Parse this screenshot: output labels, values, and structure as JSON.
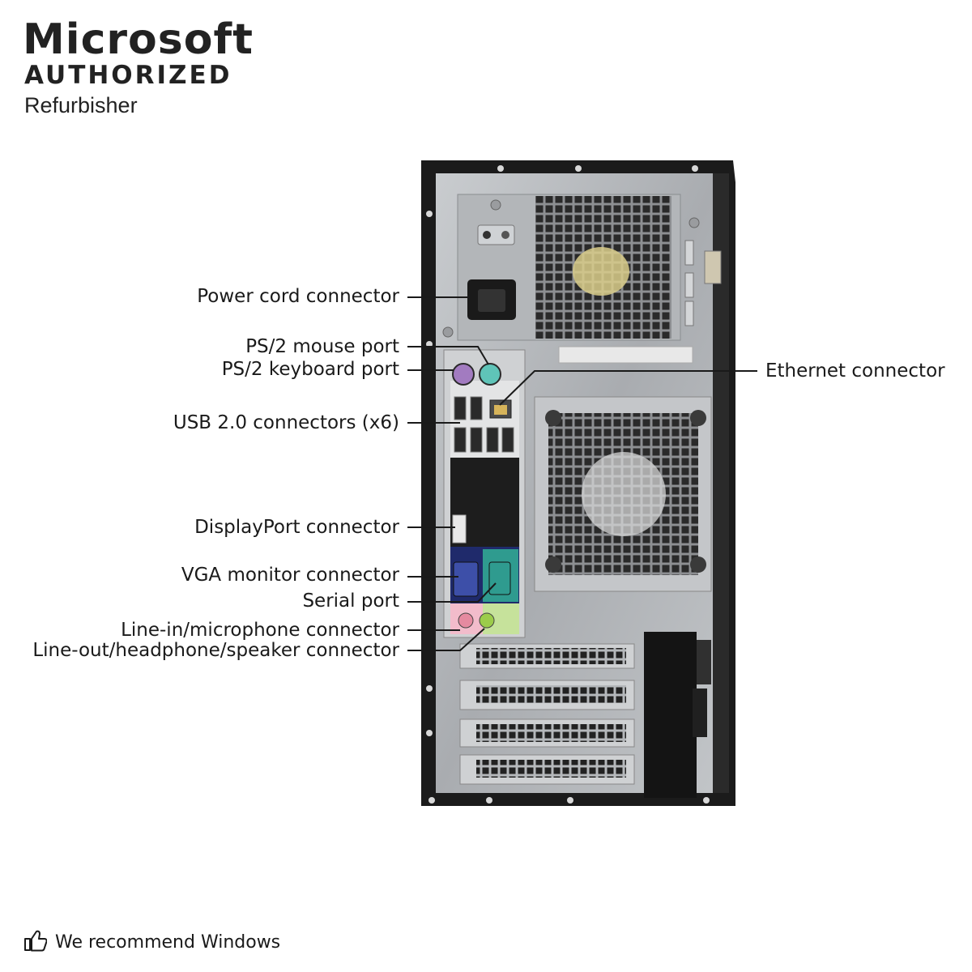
{
  "badge": {
    "brand": "Microsoft",
    "authorized": "AUTHORIZED",
    "subtitle": "Refurbisher"
  },
  "callouts": {
    "power_cord": "Power cord connector",
    "ps2_mouse": "PS/2 mouse port",
    "ps2_keyboard": "PS/2 keyboard port",
    "usb": "USB 2.0 connectors (x6)",
    "displayport": "DisplayPort connector",
    "vga": "VGA monitor connector",
    "serial": "Serial port",
    "line_in": "Line-in/microphone connector",
    "line_out": "Line-out/headphone/speaker connector",
    "ethernet": "Ethernet connector"
  },
  "footer": {
    "text": "We recommend Windows",
    "icon": "thumbs-up-icon"
  },
  "colors": {
    "chassis": "#1b1b1b",
    "panel": "#b9bcbf",
    "ps2_mouse": "#5fc4b8",
    "ps2_keyboard": "#a27bc0",
    "vga": "#3d4fa8",
    "serial": "#2f9b8f",
    "line_in": "#e58aa0",
    "line_out": "#9ccc4a"
  }
}
